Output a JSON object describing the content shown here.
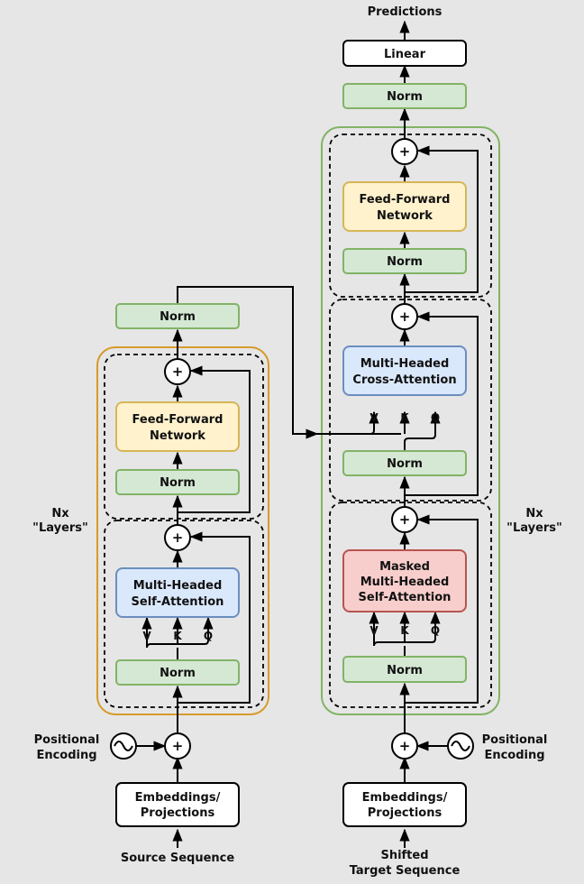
{
  "output": {
    "predictions": "Predictions",
    "linear": "Linear",
    "final_norm": "Norm"
  },
  "encoder": {
    "norm_out": "Norm",
    "ffn_line1": "Feed-Forward",
    "ffn_line2": "Network",
    "ffn_norm": "Norm",
    "attn_line1": "Multi-Headed",
    "attn_line2": "Self-Attention",
    "attn_norm": "Norm",
    "v": "V",
    "k": "K",
    "q": "Q",
    "layers_line1": "Nx",
    "layers_line2": "\"Layers\"",
    "pos_line1": "Positional",
    "pos_line2": "Encoding",
    "embed_line1": "Embeddings/",
    "embed_line2": "Projections",
    "input": "Source Sequence",
    "colors": {
      "frame": "#d79b2a"
    }
  },
  "decoder": {
    "ffn_line1": "Feed-Forward",
    "ffn_line2": "Network",
    "ffn_norm": "Norm",
    "cross_line1": "Multi-Headed",
    "cross_line2": "Cross-Attention",
    "cross_norm": "Norm",
    "cv": "V",
    "ck": "K",
    "cq": "Q",
    "masked_line1": "Masked",
    "masked_line2": "Multi-Headed",
    "masked_line3": "Self-Attention",
    "masked_norm": "Norm",
    "mv": "V",
    "mk": "K",
    "mq": "Q",
    "layers_line1": "Nx",
    "layers_line2": "\"Layers\"",
    "pos_line1": "Positional",
    "pos_line2": "Encoding",
    "embed_line1": "Embeddings/",
    "embed_line2": "Projections",
    "input_line1": "Shifted",
    "input_line2": "Target Sequence",
    "colors": {
      "frame": "#82b366"
    }
  },
  "plus_symbol": "+",
  "colors": {
    "norm_fill": "#d5e8d4",
    "norm_stroke": "#82b366",
    "ffn_fill": "#fff2cc",
    "ffn_stroke": "#d6b656",
    "attn_fill": "#dae8fc",
    "attn_stroke": "#6c8ebf",
    "masked_fill": "#f8cecc",
    "masked_stroke": "#b85450"
  }
}
